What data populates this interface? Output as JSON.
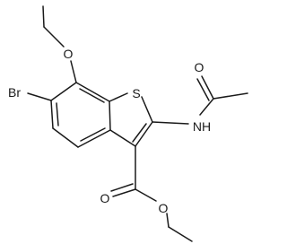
{
  "structure": {
    "atoms": {
      "ethoxy_oxygen": "O",
      "bromine": "Br",
      "thiophene_sulfur": "S",
      "amide_oxygen": "O",
      "amide_nitrogen": "NH",
      "ester_carbonyl_oxygen": "O",
      "ester_oxygen": "O"
    }
  }
}
